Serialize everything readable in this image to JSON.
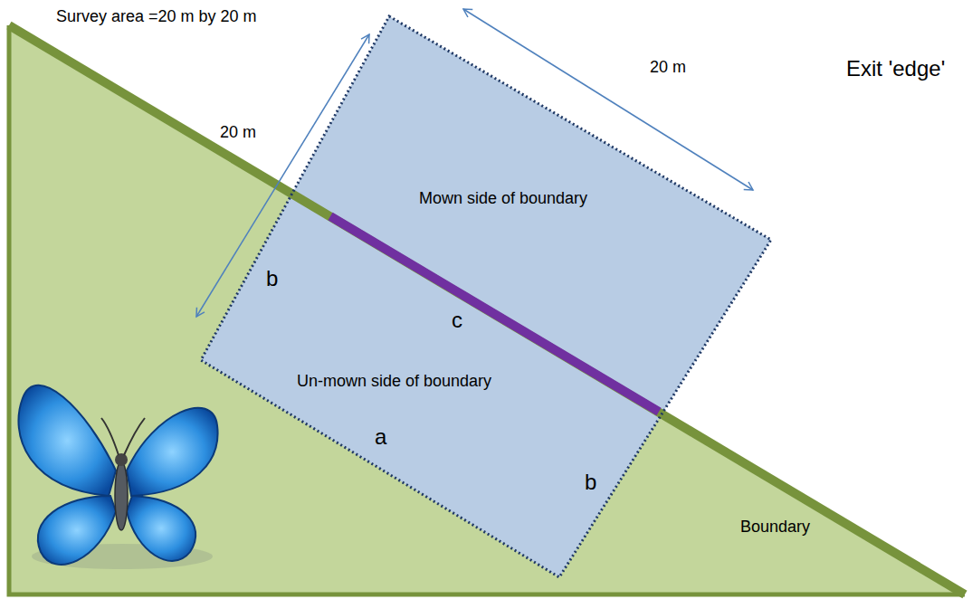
{
  "diagram": {
    "labels": [
      "Survey area =20 m by 20 m",
      "20 m",
      "20 m",
      "Exit 'edge'",
      "Mown side of boundary",
      "b",
      "c",
      "Un-mown side of boundary",
      "a",
      "b",
      "Boundary"
    ]
  }
}
